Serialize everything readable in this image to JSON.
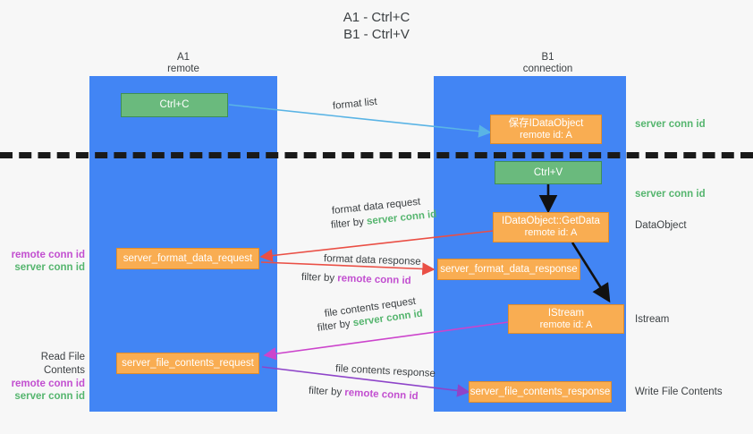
{
  "title": {
    "line1": "A1 - Ctrl+C",
    "line2": "B1 - Ctrl+V"
  },
  "colors": {
    "lane": "#4285f4",
    "green_node": "#6aba7d",
    "orange_node": "#f9ad52",
    "server_conn": "#55b56e",
    "remote_conn": "#c24fd0",
    "divider": "#1a1a1a",
    "arrow_blue": "#5ab4e5",
    "arrow_red": "#ea4f45",
    "arrow_pink": "#cc44cc",
    "arrow_purple": "#8e44c9",
    "arrow_black": "#111111",
    "background": "#f7f7f7"
  },
  "lanes": [
    {
      "id": "a1",
      "title": "A1",
      "subtitle": "remote"
    },
    {
      "id": "b1",
      "title": "B1",
      "subtitle": "connection"
    }
  ],
  "nodes": [
    {
      "id": "ctrl-c",
      "kind": "green",
      "line1": "Ctrl+C",
      "line2": ""
    },
    {
      "id": "ole-idataobject",
      "kind": "orange",
      "line1": "保存IDataObject",
      "line2": "remote id: A"
    },
    {
      "id": "ctrl-v",
      "kind": "green",
      "line1": "Ctrl+V",
      "line2": ""
    },
    {
      "id": "idataobject-getdata",
      "kind": "orange",
      "line1": "IDataObject::GetData",
      "line2": "remote id: A"
    },
    {
      "id": "server-format-data-request",
      "kind": "orange",
      "line1": "server_format_data_request",
      "line2": ""
    },
    {
      "id": "server-format-data-response",
      "kind": "orange",
      "line1": "server_format_data_response",
      "line2": ""
    },
    {
      "id": "istream",
      "kind": "orange",
      "line1": "IStream",
      "line2": "remote id: A"
    },
    {
      "id": "server-file-contents-request",
      "kind": "orange",
      "line1": "server_file_contents_request",
      "line2": ""
    },
    {
      "id": "server-file-contents-response",
      "kind": "orange",
      "line1": "server_file_contents_response",
      "line2": ""
    }
  ],
  "arrow_labels": {
    "format_list": "format list",
    "format_data_request": "format data request",
    "format_data_request_filter_prefix": "filter by ",
    "format_data_request_filter_value": "server conn id",
    "format_data_response": "format data response",
    "format_data_response_filter_prefix": "filter by ",
    "format_data_response_filter_value": "remote conn id",
    "file_contents_request": "file contents request",
    "file_contents_request_filter_prefix": "filter by ",
    "file_contents_request_filter_value": "server conn id",
    "file_contents_response": "file contents response",
    "file_contents_response_filter_prefix": "filter by ",
    "file_contents_response_filter_value": "remote conn id"
  },
  "right_labels": [
    {
      "id": "server-conn-id-top",
      "text": "server conn id",
      "color": "green"
    },
    {
      "id": "server-conn-id-second",
      "text": "server conn id",
      "color": "green"
    },
    {
      "id": "dataobject",
      "text": "DataObject",
      "color": "dark"
    },
    {
      "id": "istream",
      "text": "Istream",
      "color": "dark"
    },
    {
      "id": "write-file-contents",
      "text": "Write File Contents",
      "color": "dark"
    }
  ],
  "left_labels": {
    "group1": {
      "remote": "remote conn id",
      "server": "server conn id"
    },
    "group2": {
      "heading": "Read File Contents",
      "remote": "remote conn id",
      "server": "server conn id"
    }
  }
}
